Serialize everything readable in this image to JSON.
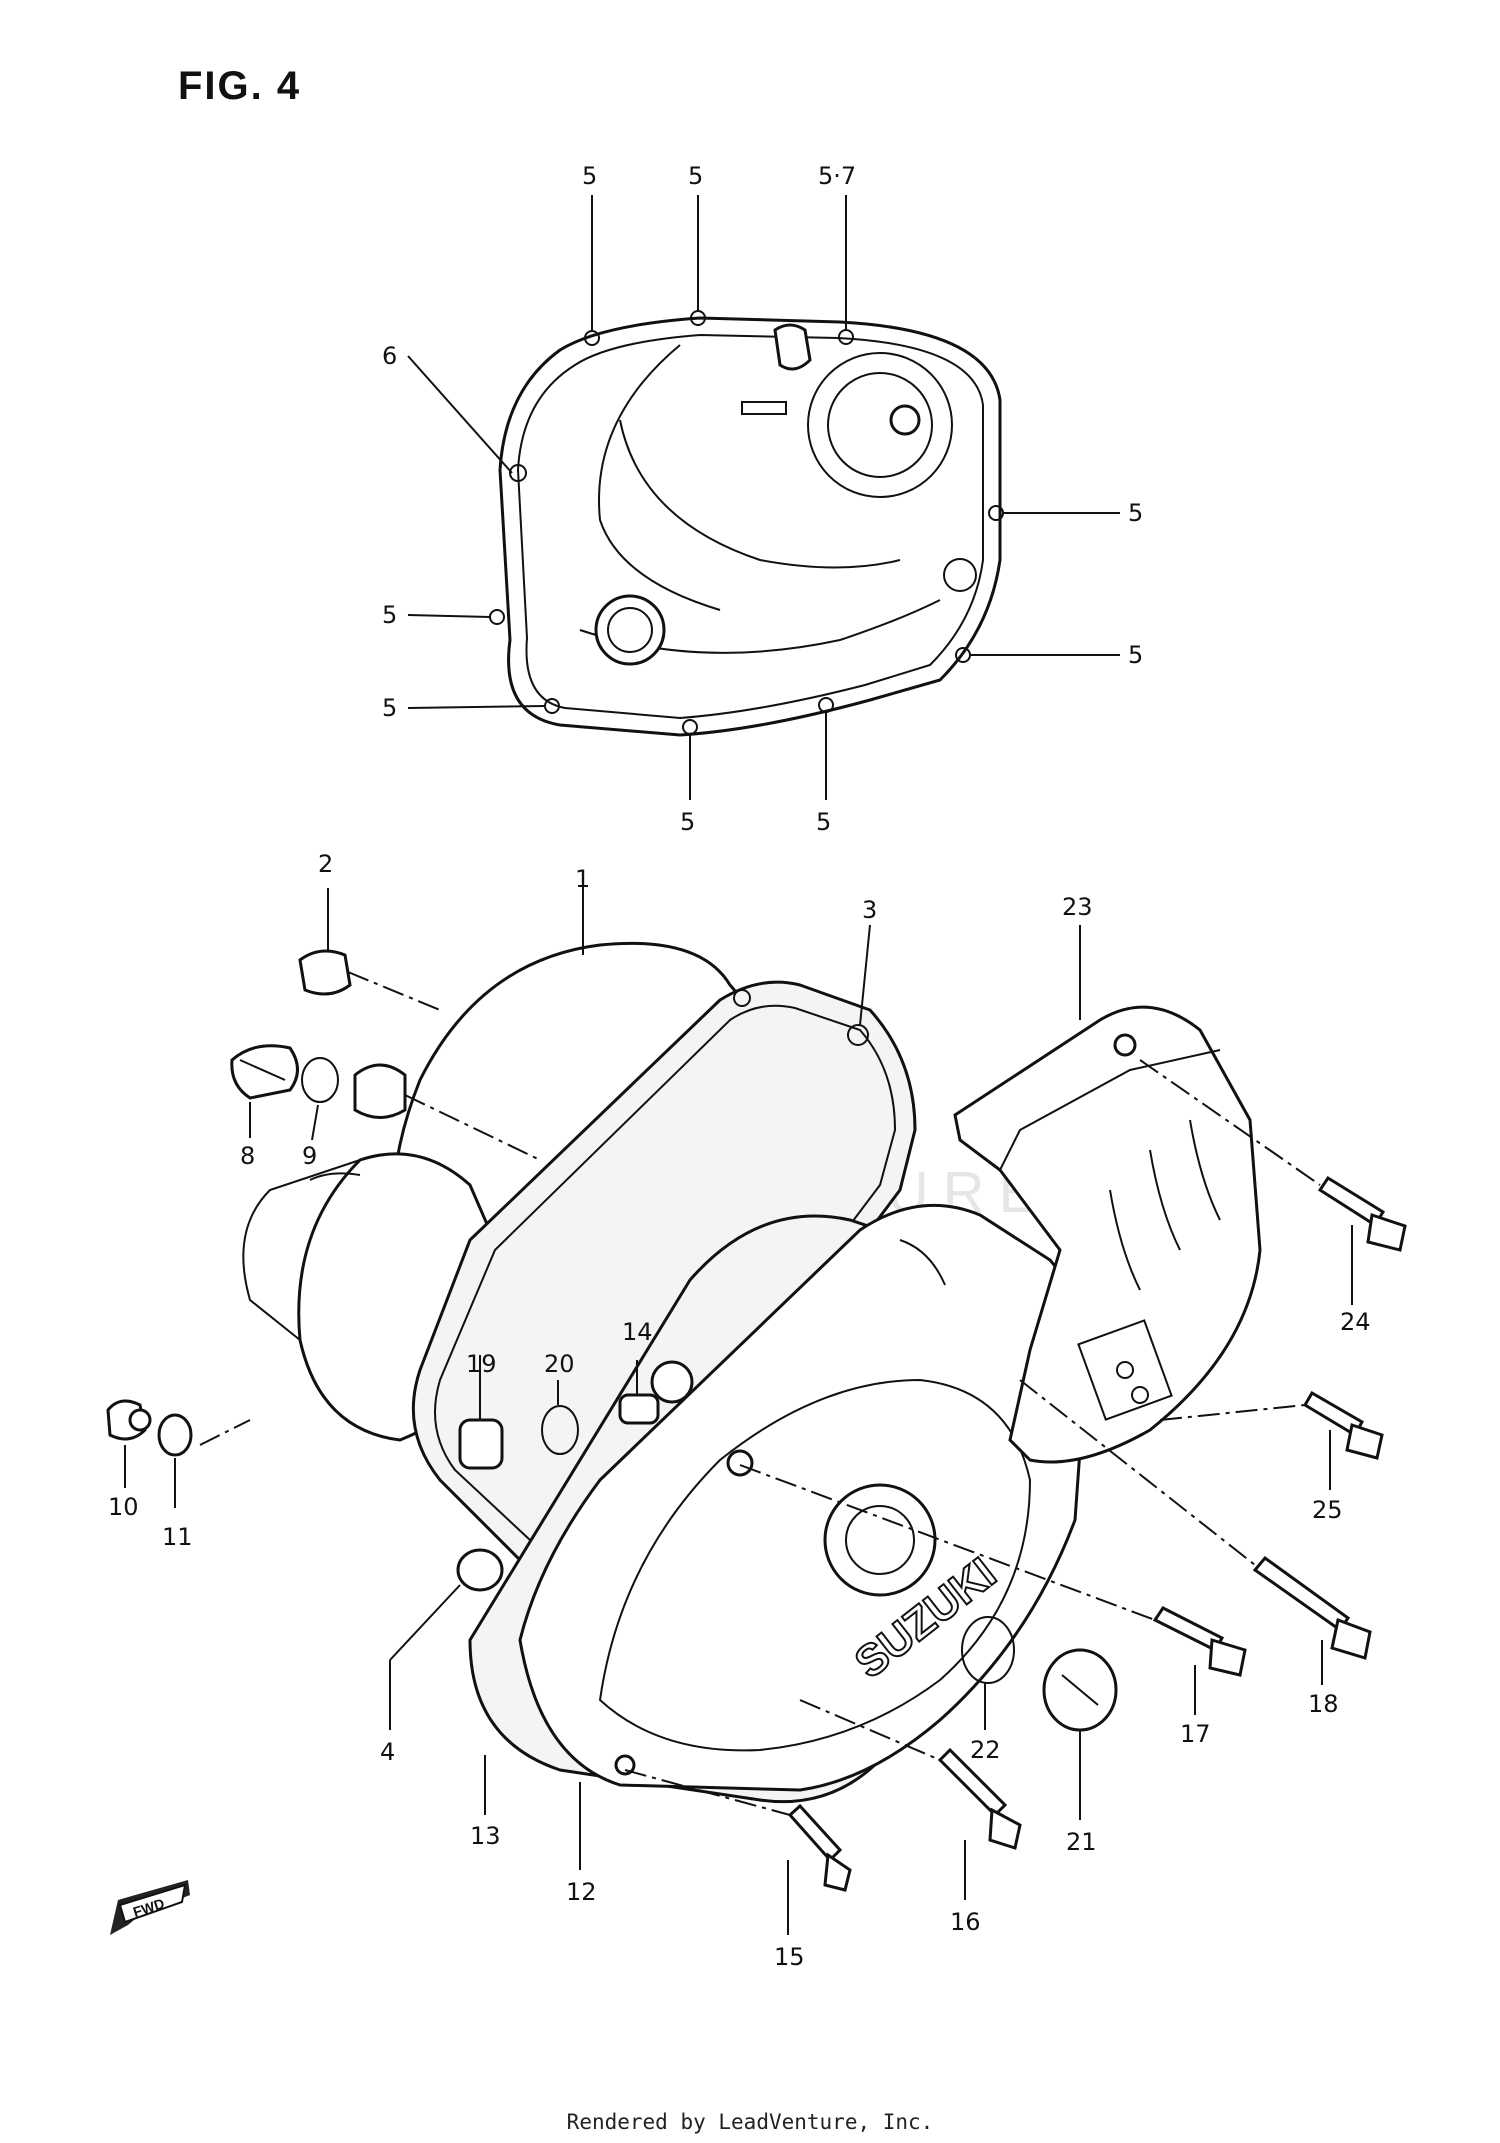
{
  "figure": {
    "title": "FIG. 4"
  },
  "footer": "Rendered by LeadVenture, Inc.",
  "watermark": "LEADVENTURE",
  "fwd_mark": "FWD",
  "callouts": {
    "c5a": "5",
    "c5b": "5",
    "c57": "5·7",
    "c6": "6",
    "c5r1": "5",
    "c5l1": "5",
    "c5r2": "5",
    "c5l2": "5",
    "c5b1": "5",
    "c5b2": "5",
    "c1": "1",
    "c2": "2",
    "c3": "3",
    "c4": "4",
    "c8": "8",
    "c9": "9",
    "c10": "10",
    "c11": "11",
    "c12": "12",
    "c13": "13",
    "c14": "14",
    "c15": "15",
    "c16": "16",
    "c17": "17",
    "c18": "18",
    "c19": "19",
    "c20": "20",
    "c21": "21",
    "c22": "22",
    "c23": "23",
    "c24": "24",
    "c25": "25"
  },
  "brand_text": "SUZUKI"
}
